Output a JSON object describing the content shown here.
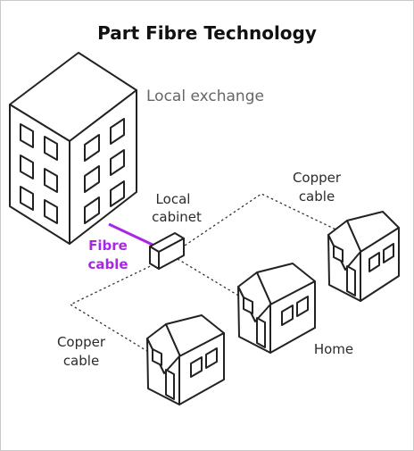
{
  "title": "Part Fibre Technology",
  "labels": {
    "local_exchange": "Local exchange",
    "local_cabinet": [
      "Local",
      "cabinet"
    ],
    "fibre_cable": [
      "Fibre",
      "cable"
    ],
    "copper_cable_top": [
      "Copper",
      "cable"
    ],
    "copper_cable_left": [
      "Copper",
      "cable"
    ],
    "home": "Home"
  },
  "colors": {
    "fibre": "#a826e6",
    "ink": "#222222"
  }
}
